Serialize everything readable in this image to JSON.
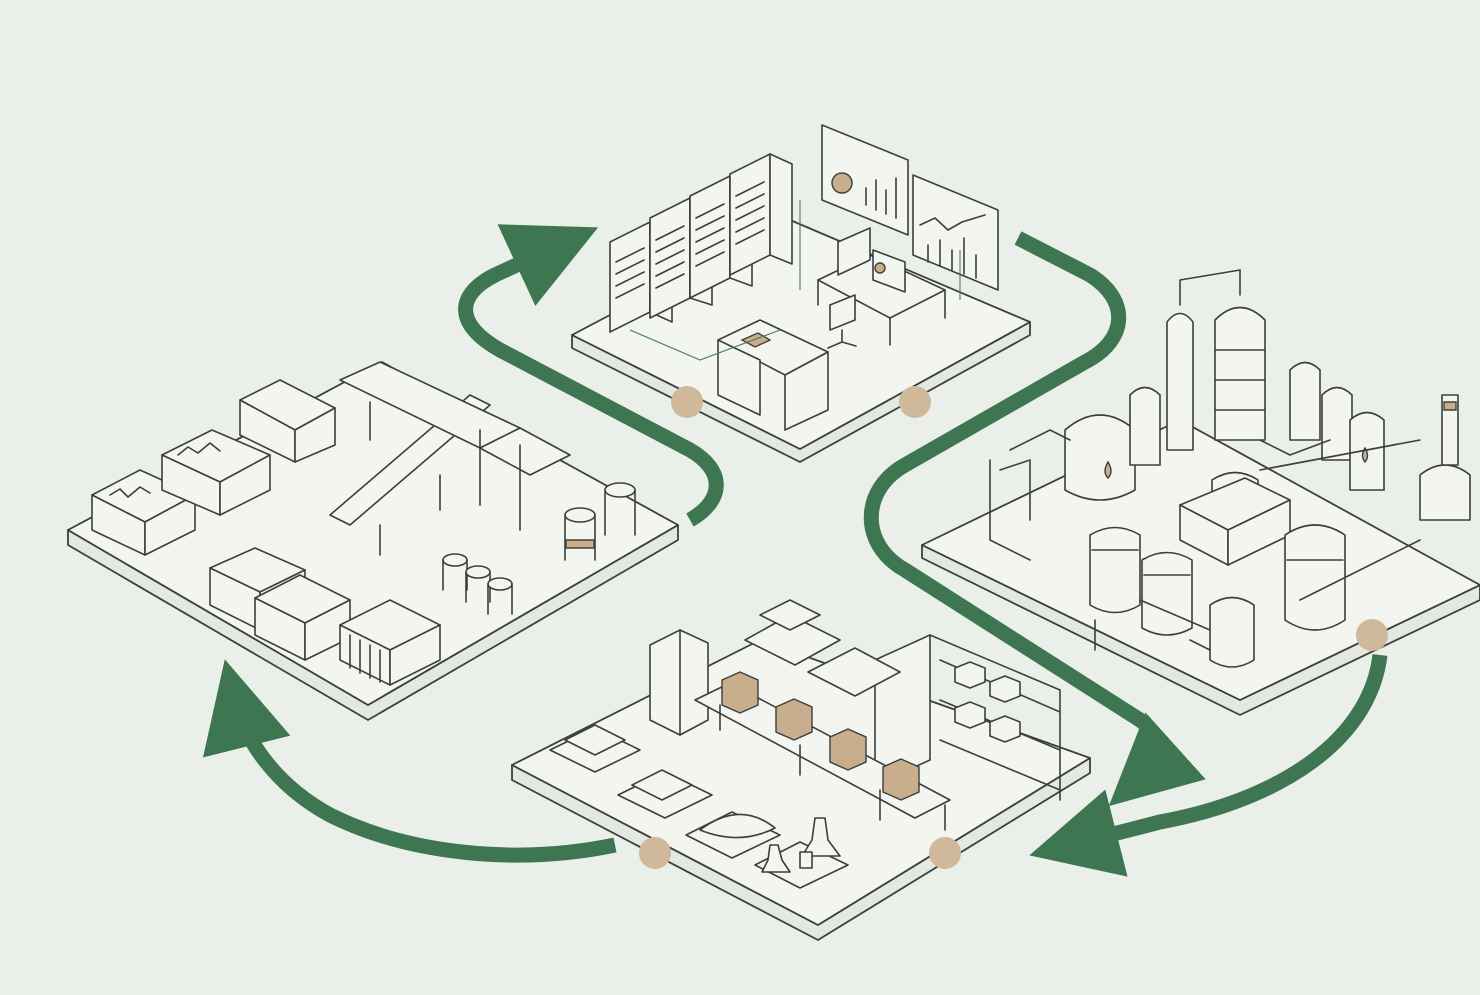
{
  "colors": {
    "background": "#ebefe9",
    "line": "#3c3f3c",
    "accent_green": "#4a7f56",
    "arrow_green": "#3d7650",
    "accent_tan": "#c8ae8c",
    "platform_fill": "#f3f5f1"
  },
  "stations": [
    {
      "id": "control-center",
      "icons": [
        "server-rack-icon",
        "dashboard-monitor-icon",
        "desk-icon",
        "chair-icon"
      ]
    },
    {
      "id": "chemical-plant",
      "icons": [
        "reactor-tank-icon",
        "distillation-column-icon",
        "pipe-icon",
        "flask-icon"
      ]
    },
    {
      "id": "warehouse",
      "icons": [
        "conveyor-icon",
        "box-icon",
        "pallet-icon",
        "shelf-icon",
        "ingot-icon"
      ]
    },
    {
      "id": "sorting-facility",
      "icons": [
        "bin-icon",
        "inclined-conveyor-icon",
        "barrel-icon",
        "shredder-icon"
      ]
    }
  ],
  "flow": [
    "sorting-facility",
    "control-center",
    "chemical-plant",
    "warehouse",
    "sorting-facility"
  ]
}
